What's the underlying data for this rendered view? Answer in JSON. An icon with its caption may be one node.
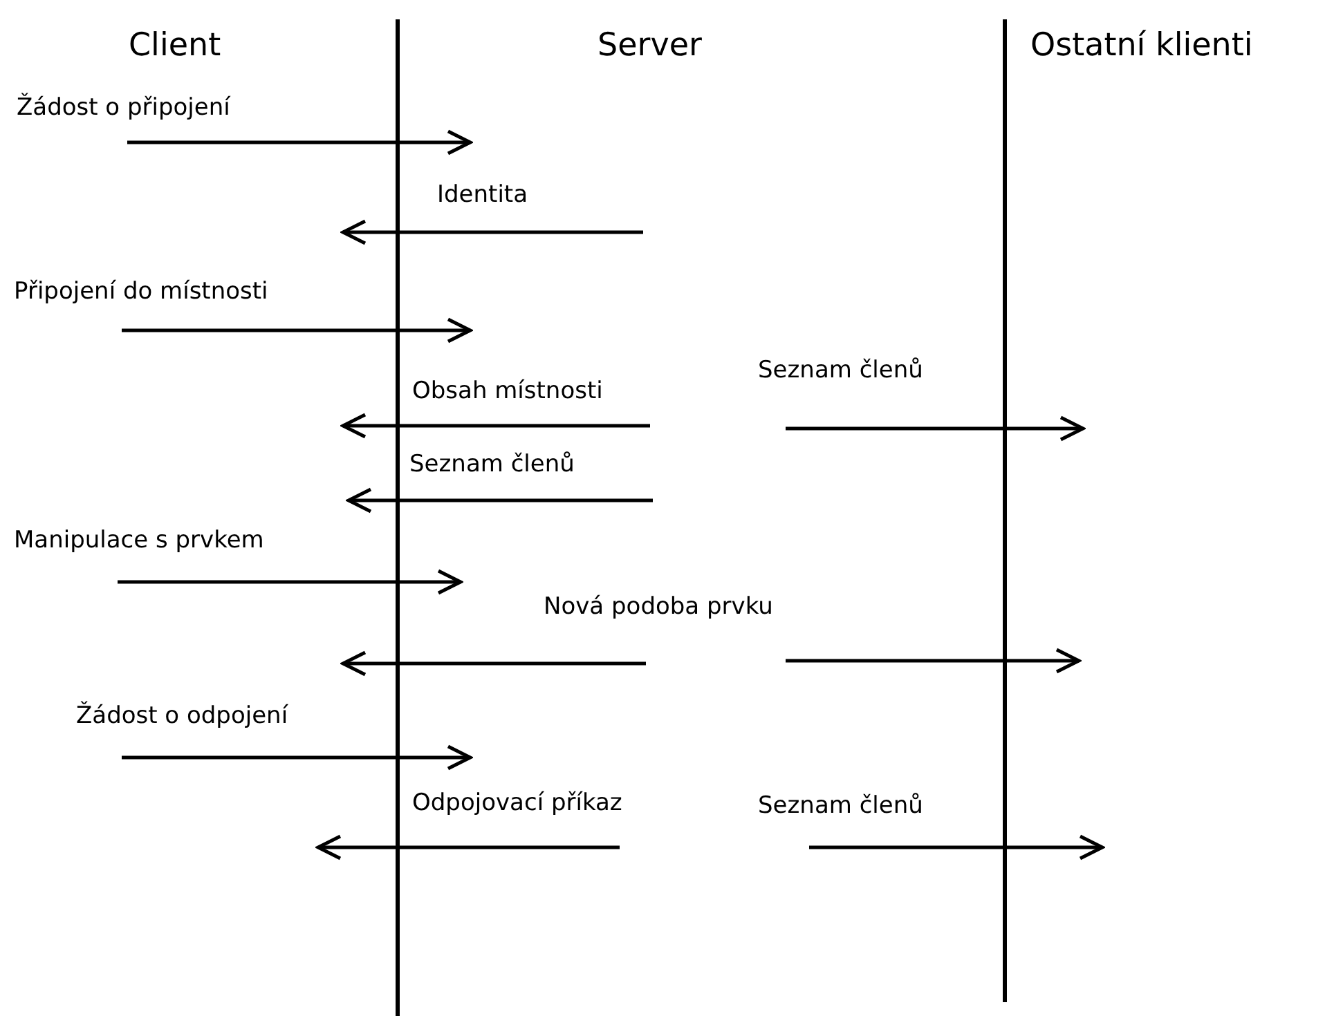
{
  "diagram": {
    "nodes": [
      {
        "text": [
          "Client"
        ]
      },
      {
        "text": [
          "Server"
        ]
      },
      {
        "text": [
          "Ostatní klienti"
        ]
      }
    ],
    "edges": [
      {
        "from": 0,
        "to": 1,
        "arrow": "to",
        "label": "Žádost o připojení"
      },
      {
        "from": 1,
        "to": 0,
        "arrow": "to",
        "label": "Identita"
      },
      {
        "from": 0,
        "to": 1,
        "arrow": "to",
        "label": "Připojení do místnosti"
      },
      {
        "from": 1,
        "to": 0,
        "arrow": "to",
        "label": "Obsah místnosti"
      },
      {
        "from": 1,
        "to": 2,
        "arrow": "to",
        "label": "Seznam členů"
      },
      {
        "from": 1,
        "to": 0,
        "arrow": "to",
        "label": "Seznam členů"
      },
      {
        "from": 0,
        "to": 1,
        "arrow": "to",
        "label": "Manipulace s prvkem"
      },
      {
        "from": 1,
        "to": 0,
        "arrow": "to",
        "label": "Nová podoba prvku"
      },
      {
        "from": 1,
        "to": 2,
        "arrow": "to"
      },
      {
        "from": 0,
        "to": 1,
        "arrow": "to",
        "label": "Žádost o odpojení"
      },
      {
        "from": 1,
        "to": 0,
        "arrow": "to",
        "label": "Odpojovací příkaz"
      },
      {
        "from": 1,
        "to": 2,
        "arrow": "to",
        "label": "Seznam členů"
      }
    ]
  }
}
